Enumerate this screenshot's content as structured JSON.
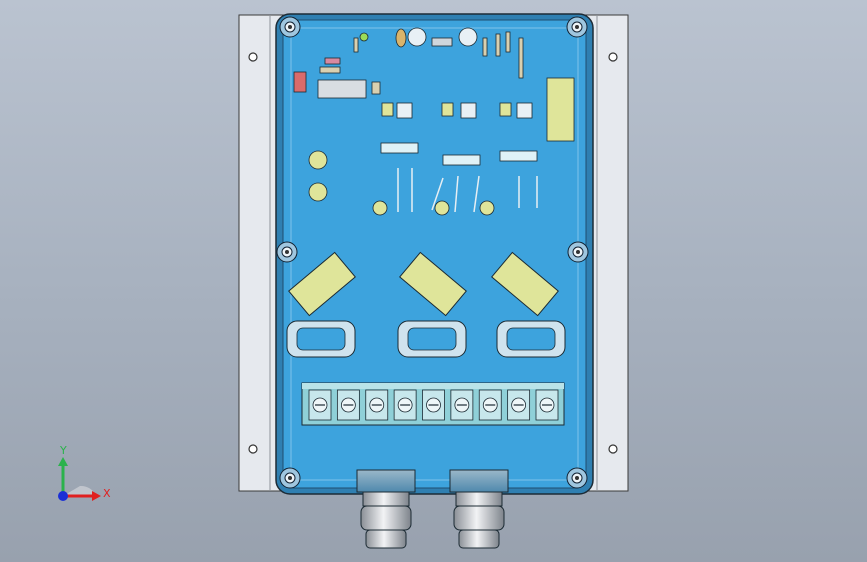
{
  "scene": {
    "background_top": "#bac3d0",
    "background_bottom": "#98a1ae",
    "board_color": "#3da3dd",
    "plate_color": "#e6e9ee",
    "component_yellow": "#dfe59a"
  },
  "triad": {
    "y_label": "Y",
    "x_label": "X",
    "y_color": "#2bb24c",
    "x_color": "#e02020",
    "origin_color": "#1a2fd6"
  },
  "terminal_block": {
    "terminal_count": 9
  },
  "cable_glands": {
    "count": 2
  }
}
